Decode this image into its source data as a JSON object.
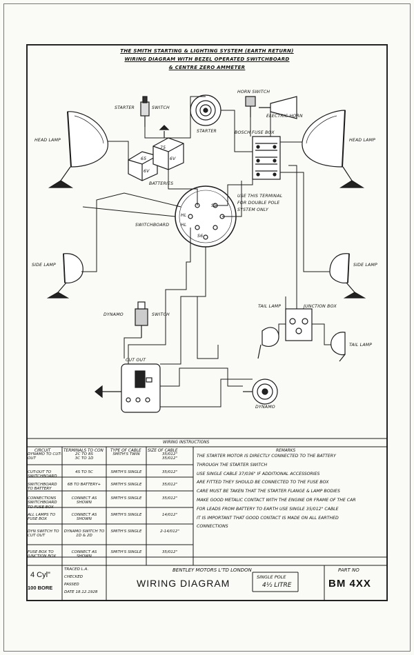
{
  "title": {
    "line1": "The Smith Starting & Lighting System (Earth Return)",
    "line2": "Wiring Diagram with Bezel Operated Switchboard",
    "line3": "& Centre Zero Ammeter"
  },
  "labels": {
    "head_lamp_left": "Head Lamp",
    "head_lamp_right": "Head Lamp",
    "starter_switch": "Starter",
    "starter_switch_suffix": "Switch",
    "starter": "Starter",
    "horn_switch": "Horn Switch",
    "electric_horn": "Electric Horn",
    "bosch_fuse_box": "Bosch Fuse Box",
    "batteries": "Batteries",
    "battery_6v_a": "6V",
    "battery_6v_b": "6V",
    "battery_65": "65",
    "battery_75": "75",
    "terminal_note_1": "Use this terminal",
    "terminal_note_2": "for double pole",
    "terminal_note_3": "system only",
    "switchboard": "Switchboard",
    "sw_hl": "HL",
    "sw_sl": "SL",
    "sw_s6": "S6",
    "sw_hl2": "HL",
    "side_lamp_left": "Side Lamp",
    "side_lamp_right": "Side Lamp",
    "dynamo": "Dynamo",
    "dynamo_suffix": "Switch",
    "tail_lamp": "Tail Lamp",
    "junction_box": "Junction Box",
    "tail_lamp_2": "Tail Lamp",
    "cut_out": "Cut Out",
    "dynamo_bottom": "Dynamo"
  },
  "wiring_instructions": {
    "heading": "Wiring Instructions",
    "columns": [
      "Circuit",
      "Terminals to Con",
      "Type of Cable",
      "Size of Cable",
      "Remarks"
    ],
    "rows": [
      {
        "circuit": "Dynamo to Cut-Out",
        "terminals": "2C to 8S\n3C to 1D",
        "type": "Smith's Twin",
        "size": "35/012\"\n35/012\""
      },
      {
        "circuit": "Cut-Out to Switchboard",
        "terminals": "4S to 5C",
        "type": "Smith's Single",
        "size": "35/012\""
      },
      {
        "circuit": "Switchboard to Battery",
        "terminals": "6B to Battery+",
        "type": "Smith's Single",
        "size": "35/012\""
      },
      {
        "circuit": "Connections Switchboard to Fuse Box",
        "terminals": "Connect as Shown",
        "type": "Smith's Single",
        "size": "35/012\""
      },
      {
        "circuit": "All Lamps to Fuse Box",
        "terminals": "Connect as Shown",
        "type": "Smith's Single",
        "size": "14/012\""
      },
      {
        "circuit": "Dyn Switch to Cut Out",
        "terminals": "Dynamo Switch to 1D & 2D",
        "type": "Smith's Single",
        "size": "2-14/012\""
      },
      {
        "circuit": "Fuse Box to Junction Box",
        "terminals": "Connect as Shown",
        "type": "Smith's Single",
        "size": "35/012\""
      }
    ],
    "remarks": [
      "The Starter Motor is directly connected to the Battery",
      "through the Starter Switch",
      "        Use Single Cable 37/036\" if Additional Accessories",
      "are fitted they should be connected to the Fuse Box",
      "Care must be taken that the Starter Flange & Lamp Bodies",
      "make good metalic contact with the Engine or Frame of the Car",
      "For leads from Battery to Earth use Single 35/012\" Cable",
      "It is important that good contact is made on all Earthed",
      "Connections"
    ]
  },
  "title_block": {
    "cyl": "4 Cyl\"",
    "bore": "100 Bore",
    "traced": "Traced L.A.",
    "checked": "Checked",
    "passed": "Passed",
    "date": "Date 18.12.1928",
    "company": "Bentley Motors L'td London",
    "drawing_name": "Wiring Diagram",
    "pole": "Single Pole",
    "litre": "4½ Litre",
    "part_label": "Part No",
    "part_number": "BM 4XX"
  }
}
